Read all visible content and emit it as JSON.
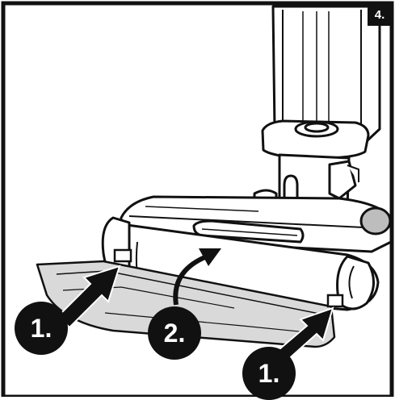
{
  "step": {
    "number_label": "4."
  },
  "callouts": {
    "left": "1.",
    "center": "2.",
    "right": "1."
  },
  "colors": {
    "line": "#111111",
    "panel_fill": "#ffffff",
    "cover_fill": "#d9d9d9",
    "shade_fill": "#bdbdbd",
    "badge_fill": "#111111",
    "badge_text": "#ffffff"
  },
  "icons": {
    "arrow": "bold-black-arrow",
    "rotate": "curved-arrow"
  }
}
